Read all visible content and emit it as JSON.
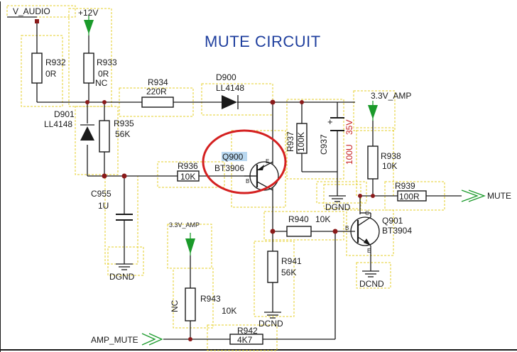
{
  "title": "MUTE CIRCUIT",
  "nets": {
    "v_audio": "V_AUDIO",
    "plus12v": "+12V",
    "amp33_right": "3.3V_AMP",
    "amp33_bottom": "3.3V_AMP",
    "mute": "MUTE",
    "amp_mute": "AMP_MUTE",
    "dgnd_c955": "DGND",
    "dgnd_c937": "DGND",
    "dgnd_q901": "DCND",
    "dgnd_r941": "DCND"
  },
  "parts": {
    "r932": {
      "ref": "R932",
      "value": "0R"
    },
    "r933": {
      "ref": "R933",
      "value": "0R",
      "note": "NC"
    },
    "r934": {
      "ref": "R934",
      "value": "220R"
    },
    "d900": {
      "ref": "D900",
      "value": "LL4148"
    },
    "d901": {
      "ref": "D901",
      "value": "LL4148"
    },
    "r935": {
      "ref": "R935",
      "value": "56K"
    },
    "r936": {
      "ref": "R936",
      "value": "10K"
    },
    "q900": {
      "ref": "Q900",
      "value": "BT3906",
      "pin_e": "E",
      "pin_b": "B"
    },
    "r937": {
      "ref": "R937",
      "value": "100K"
    },
    "c937": {
      "ref": "C937",
      "value": "100U",
      "voltage": "35V"
    },
    "c955": {
      "ref": "C955",
      "value": "1U"
    },
    "r938": {
      "ref": "R938",
      "value": "10K"
    },
    "r939": {
      "ref": "R939",
      "value": "100R"
    },
    "r940": {
      "ref": "R940",
      "value": "10K"
    },
    "q901": {
      "ref": "Q901",
      "value": "BT3904",
      "pin_c": "C",
      "pin_b": "B",
      "pin_e": "E"
    },
    "r941": {
      "ref": "R941",
      "value": "56K"
    },
    "r943": {
      "ref": "R943",
      "value": "10K",
      "note": "NC"
    },
    "r942": {
      "ref": "R942",
      "value": "4K7"
    }
  },
  "colors": {
    "wire": "#1a1a1a",
    "title": "#1f3f9e",
    "highlight_circle": "#d42020",
    "power_arrow": "#1a9a2a",
    "junction": "#8a1a1a",
    "dashed_box": "#e6cf2a"
  }
}
